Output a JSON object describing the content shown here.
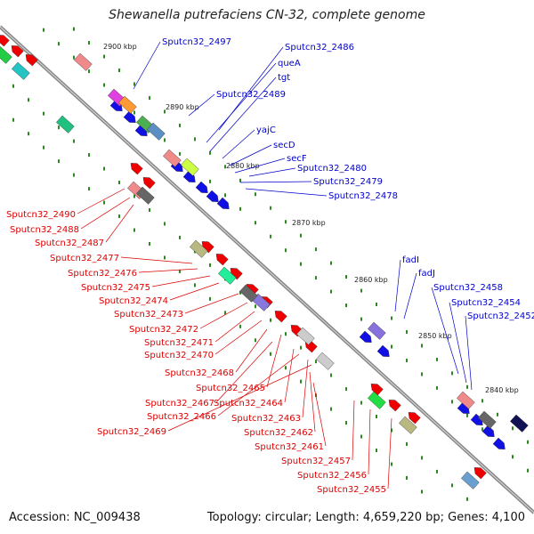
{
  "title": "Shewanella putrefaciens CN-32, complete genome",
  "footer": {
    "accession": "Accession: NC_009438",
    "topology": "Topology: circular; Length: 4,659,220 bp; Genes: 4,100"
  },
  "colors": {
    "backbone": "#888888",
    "tick": "#2a8a1e",
    "upper_label": "#0000cc",
    "lower_label": "#dd0000"
  },
  "kbp_ticks": [
    "2900 kbp",
    "2890 kbp",
    "2880 kbp",
    "2870 kbp",
    "2860 kbp",
    "2850 kbp",
    "2840 kbp"
  ],
  "upper_labels": [
    "Sputcn32_2497",
    "Sputcn32_2486",
    "queA",
    "tgt",
    "Sputcn32_2489",
    "yajC",
    "secD",
    "secF",
    "Sputcn32_2480",
    "Sputcn32_2479",
    "Sputcn32_2478",
    "fadI",
    "fadJ",
    "Sputcn32_2458",
    "Sputcn32_2454",
    "Sputcn32_2452"
  ],
  "lower_labels": [
    "Sputcn32_2490",
    "Sputcn32_2488",
    "Sputcn32_2487",
    "Sputcn32_2477",
    "Sputcn32_2476",
    "Sputcn32_2475",
    "Sputcn32_2474",
    "Sputcn32_2473",
    "Sputcn32_2472",
    "Sputcn32_2471",
    "Sputcn32_2470",
    "Sputcn32_2468",
    "Sputcn32_2465",
    "Sputcn32_2467",
    "Sputcn32_2464",
    "Sputcn32_2466",
    "Sputcn32_2463",
    "Sputcn32_2469",
    "Sputcn32_2462",
    "Sputcn32_2461",
    "Sputcn32_2457",
    "Sputcn32_2456",
    "Sputcn32_2455"
  ]
}
